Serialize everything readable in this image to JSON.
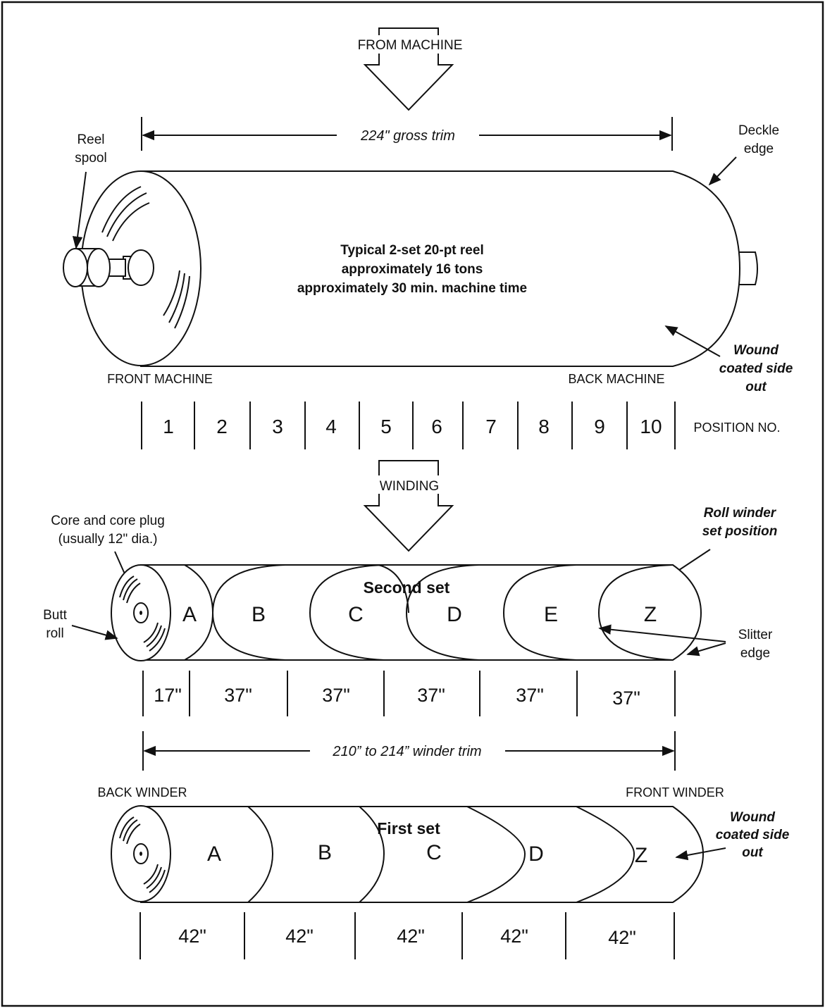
{
  "labels": {
    "from_machine": "FROM MACHINE",
    "gross_trim": "224\" gross trim",
    "reel_spool_1": "Reel",
    "reel_spool_2": "spool",
    "deckle_edge_1": "Deckle",
    "deckle_edge_2": "edge",
    "reel_desc_1": "Typical 2-set 20-pt reel",
    "reel_desc_2": "approximately 16 tons",
    "reel_desc_3": "approximately 30 min. machine time",
    "wound_top_1": "Wound",
    "wound_top_2": "coated side",
    "wound_top_3": "out",
    "front_machine": "FRONT MACHINE",
    "back_machine": "BACK MACHINE",
    "position_no": "POSITION NO.",
    "winding": "WINDING",
    "core_1": "Core and core plug",
    "core_2": "(usually 12\" dia.)",
    "roll_winder_1": "Roll winder",
    "roll_winder_2": "set position",
    "butt_1": "Butt",
    "butt_2": "roll",
    "slitter_1": "Slitter",
    "slitter_2": "edge",
    "second_set": "Second set",
    "winder_trim": "210” to 214” winder trim",
    "back_winder": "BACK WINDER",
    "front_winder": "FRONT WINDER",
    "first_set": "First set",
    "wound_bottom_1": "Wound",
    "wound_bottom_2": "coated side",
    "wound_bottom_3": "out"
  },
  "positions": [
    "1",
    "2",
    "3",
    "4",
    "5",
    "6",
    "7",
    "8",
    "9",
    "10"
  ],
  "second_set_rolls": [
    "A",
    "B",
    "C",
    "D",
    "E",
    "Z"
  ],
  "second_set_widths": [
    "17\"",
    "37\"",
    "37\"",
    "37\"",
    "37\"",
    "37\""
  ],
  "first_set_rolls": [
    "A",
    "B",
    "C",
    "D",
    "Z"
  ],
  "first_set_widths": [
    "42\"",
    "42\"",
    "42\"",
    "42\"",
    "42\""
  ]
}
